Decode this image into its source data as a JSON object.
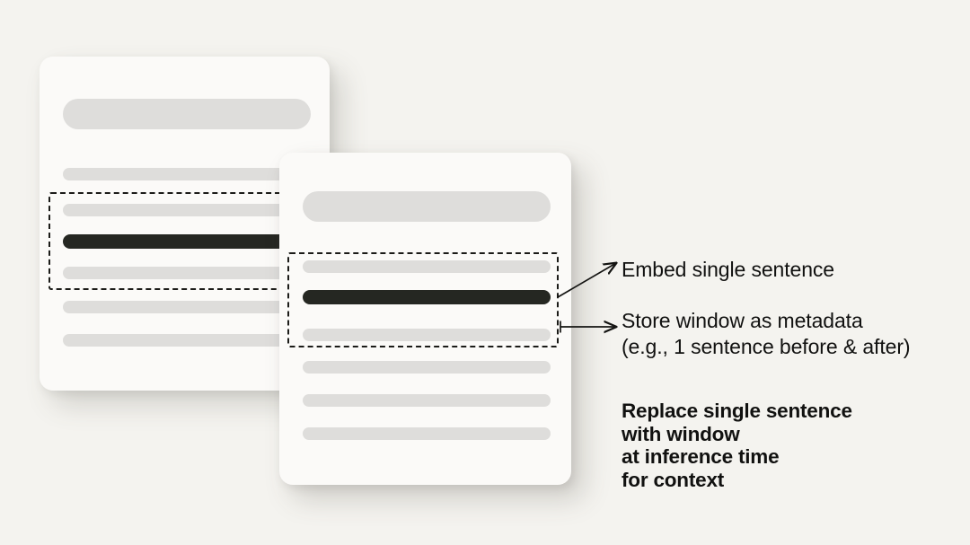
{
  "background_color": "#f4f3ef",
  "palette": {
    "card_fill": "#fbfaf8",
    "bar_gray": "#dedddb",
    "bar_highlight": "#252722",
    "dash_stroke": "#1b1b18",
    "text": "#111110"
  },
  "diagram": {
    "type": "sentence-window-retrieval-illustration",
    "cards": [
      {
        "name": "back-document-card",
        "title_bar": true,
        "rows": 6,
        "highlight_row_index": 2,
        "window_rows": [
          1,
          2,
          3
        ]
      },
      {
        "name": "front-document-card",
        "title_bar": true,
        "rows": 6,
        "highlight_row_index": 1,
        "window_rows": [
          0,
          1,
          2
        ]
      }
    ]
  },
  "annotations": [
    {
      "id": "embed-single-sentence",
      "text": "Embed single sentence",
      "arrow": "diagonal",
      "bold": false
    },
    {
      "id": "store-window-as-metadata",
      "text": "Store window as metadata\n(e.g., 1 sentence before & after)",
      "arrow": "horizontal",
      "bold": false
    },
    {
      "id": "replace-sentence-callout",
      "text": "Replace single sentence\nwith window\nat inference time\nfor context",
      "arrow": "none",
      "bold": true
    }
  ]
}
